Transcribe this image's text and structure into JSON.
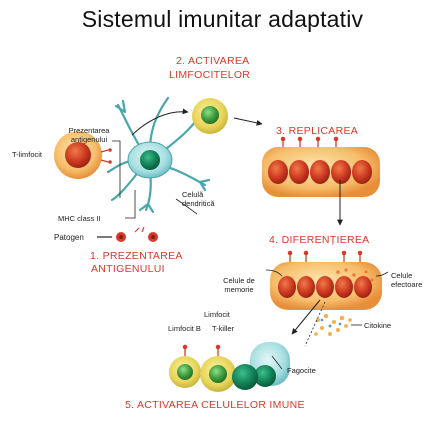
{
  "title": "Sistemul imunitar adaptativ",
  "steps": {
    "s1_line1": "1. PREZENTAREA",
    "s1_line2": "ANTIGENULUI",
    "s2_line1": "2. ACTIVAREA",
    "s2_line2": "LIMFOCITELOR",
    "s3": "3. REPLICAREA",
    "s4": "4. DIFERENȚIEREA",
    "s5": "5. ACTIVAREA CELULELOR IMUNE"
  },
  "labels": {
    "antigen_presentation_1": "Prezentarea",
    "antigen_presentation_2": "antigenului",
    "t_lymphocyte": "T-limfocit",
    "mhc": "MHC class II",
    "pathogen": "Patogen",
    "dendritic_1": "Celulă",
    "dendritic_2": "dendritică",
    "memory_1": "Celule de",
    "memory_2": "memorie",
    "effector_1": "Celule",
    "effector_2": "efectoare",
    "limfocit": "Limfocit",
    "limfocit_b": "Limfocit B",
    "t_killer": "T-killer",
    "citokine": "Citokine",
    "fagocite": "Fagocite"
  },
  "colors": {
    "accent": "#d63a2a",
    "cell_orange": "#f2a64a",
    "nucleus_red": "#c8361f",
    "cell_green": "#43a047",
    "dendritic_teal": "#8fd3d6"
  }
}
